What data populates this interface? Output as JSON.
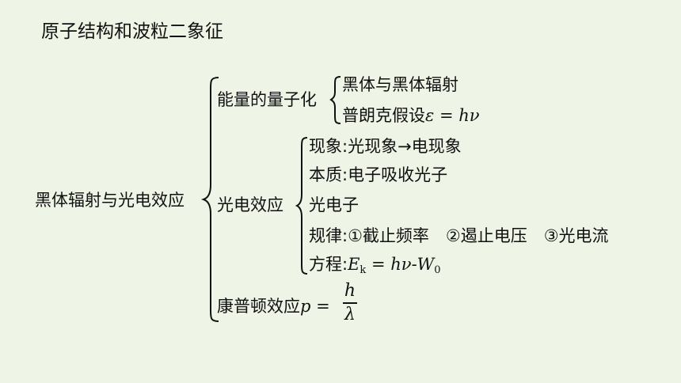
{
  "title": "原子结构和波粒二象征",
  "root": "黑体辐射与光电效应",
  "branches": {
    "quantization": {
      "label": "能量的量子化",
      "items": [
        "黑体与黑体辐射",
        "普朗克假设"
      ],
      "formula": {
        "lhs": "ε",
        "eq": " = ",
        "rhs": "hν"
      }
    },
    "photoelectric": {
      "label": "光电效应",
      "items": [
        "现象:光现象→电现象",
        "本质:电子吸收光子",
        "光电子"
      ],
      "laws": {
        "label": "规律:",
        "list": [
          "①截止频率",
          "②遏止电压",
          "③光电流"
        ]
      },
      "equation": {
        "label": "方程:",
        "ek": "E",
        "ek_sub": "k",
        "eq": " = ",
        "rhs": "hν",
        "dash": "-",
        "w": "W",
        "w_sub": "0"
      }
    },
    "compton": {
      "label": "康普顿效应",
      "lhs": "p",
      "eq": " = ",
      "num": "h",
      "den": "λ"
    }
  }
}
